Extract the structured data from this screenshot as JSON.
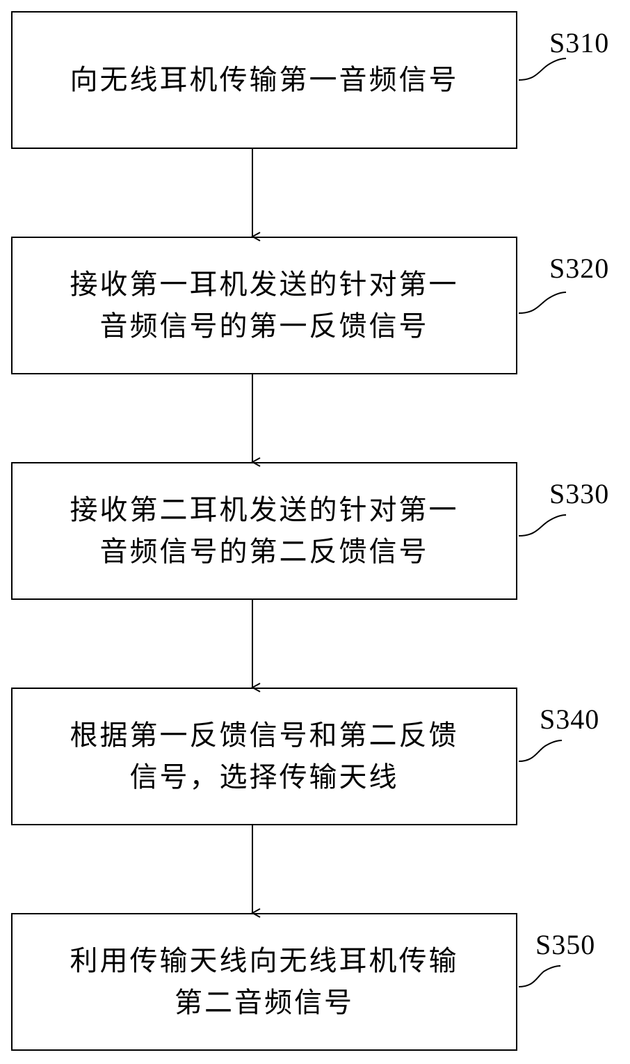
{
  "steps": [
    {
      "id": "S310",
      "label": "S310",
      "text": "向无线耳机传输第一音频信号"
    },
    {
      "id": "S320",
      "label": "S320",
      "text": "接收第一耳机发送的针对第一\n音频信号的第一反馈信号"
    },
    {
      "id": "S330",
      "label": "S330",
      "text": "接收第二耳机发送的针对第一\n音频信号的第二反馈信号"
    },
    {
      "id": "S340",
      "label": "S340",
      "text": "根据第一反馈信号和第二反馈\n信号，选择传输天线"
    },
    {
      "id": "S350",
      "label": "S350",
      "text": "利用传输天线向无线耳机传输\n第二音频信号"
    }
  ]
}
